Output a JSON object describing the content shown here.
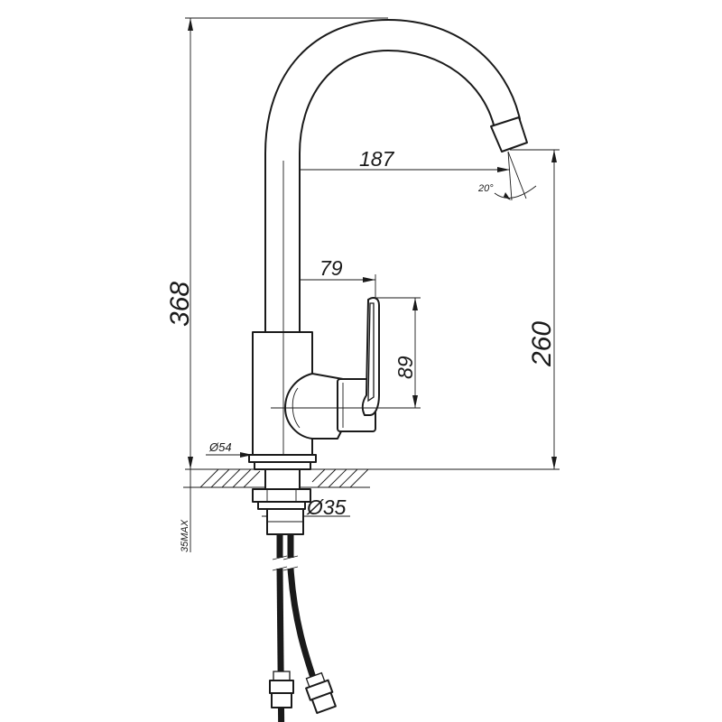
{
  "dimensions": {
    "total_height": "368",
    "spout_height": "260",
    "spout_reach": "187",
    "handle_reach": "79",
    "handle_height": "89",
    "body_diameter": "Ø54",
    "mount_diameter": "Ø35",
    "max_counter_thickness": "35MAX",
    "swivel_angle": "20°"
  }
}
